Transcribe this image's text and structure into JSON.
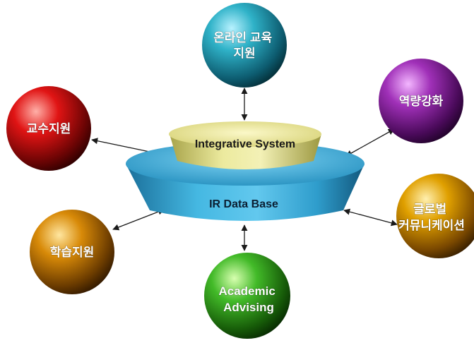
{
  "center": {
    "top_label": "Integrative System",
    "base_label": "IR Data Base"
  },
  "nodes": {
    "online_education": {
      "lines": [
        "온라인 교육",
        "지원"
      ],
      "color": "#2aa6b8"
    },
    "competency": {
      "lines": [
        "역량강화"
      ],
      "color": "#8a1f9a"
    },
    "faculty": {
      "lines": [
        "교수지원"
      ],
      "color": "#d01010"
    },
    "global_comm": {
      "lines": [
        "글로벌",
        "커뮤니케이션"
      ],
      "color": "#d89a00"
    },
    "learning": {
      "lines": [
        "학습지원"
      ],
      "color": "#d08a00"
    },
    "advising": {
      "lines": [
        "Academic",
        "Advising"
      ],
      "color": "#3cb22a"
    }
  },
  "colors": {
    "top_disc": "#e8e49a",
    "base_disc": "#3aa7d6",
    "arrow": "#1a1a1a"
  }
}
